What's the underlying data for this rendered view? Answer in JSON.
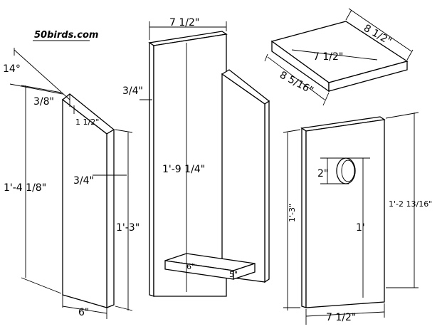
{
  "watermark": "50birds.com",
  "side_panel": {
    "angle": "14°",
    "top_offset": "3/8\"",
    "top_small": "1 1/2\"",
    "height": "1'-4 1/8\"",
    "thickness": "3/4\"",
    "front_height": "1'-3\"",
    "width": "6\""
  },
  "back_panel": {
    "width": "7 1/2\"",
    "thickness": "3/4\"",
    "height": "1'-9 1/4\""
  },
  "floor": {
    "depth": "6\"",
    "width": "5\""
  },
  "roof": {
    "length": "8 1/2\"",
    "width": "7 1/2\"",
    "depth": "8 5/16\""
  },
  "front_panel": {
    "hole": "2\"",
    "hole_height": "1'",
    "side_height": "1'-3\"",
    "height": "1'-2 13/16\"",
    "width": "7 1/2\""
  }
}
